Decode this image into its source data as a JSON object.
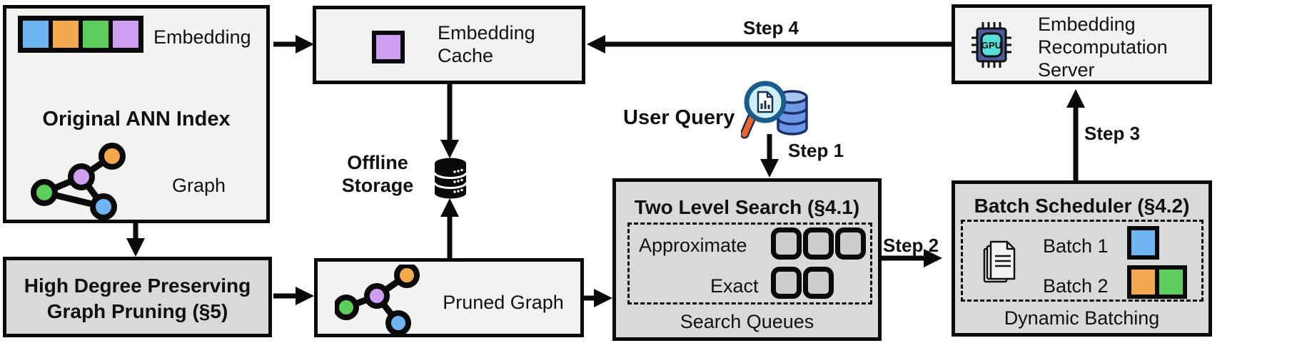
{
  "colors": {
    "blue": "#6FB5F2",
    "orange": "#F5A94E",
    "green": "#5BCE5B",
    "purple": "#CD9EF2",
    "gpu_body": "#4A5B9B",
    "gpu_core": "#58DED9",
    "magnifier_rim": "#1A5C8C",
    "magnifier_lens": "#CDEFF8",
    "magnifier_handle": "#F2622E",
    "db_top": "#A9C6F2",
    "db_body": "#6E97E8"
  },
  "original_ann_index": {
    "title": "Original ANN Index",
    "embedding_label": "Embedding",
    "graph_label": "Graph"
  },
  "embedding_cache": {
    "line1": "Embedding",
    "line2": "Cache"
  },
  "offline_storage": {
    "line1": "Offline",
    "line2": "Storage"
  },
  "user_query": {
    "label": "User Query"
  },
  "steps": {
    "step1": "Step 1",
    "step2": "Step 2",
    "step3": "Step 3",
    "step4": "Step 4"
  },
  "two_level_search": {
    "title": "Two Level Search (§4.1)",
    "approximate_label": "Approximate",
    "exact_label": "Exact",
    "caption": "Search Queues",
    "approximate_queue_count": 3,
    "exact_queue_count": 2
  },
  "batch_scheduler": {
    "title": "Batch Scheduler (§4.2)",
    "batch1_label": "Batch 1",
    "batch2_label": "Batch 2",
    "caption": "Dynamic Batching"
  },
  "recomputation_server": {
    "line1": "Embedding",
    "line2": "Recomputation",
    "line3": "Server",
    "gpu_text": "GPU"
  },
  "graph_pruning": {
    "line1": "High Degree Preserving",
    "line2": "Graph Pruning (§5)"
  },
  "pruned_graph": {
    "label": "Pruned Graph"
  }
}
